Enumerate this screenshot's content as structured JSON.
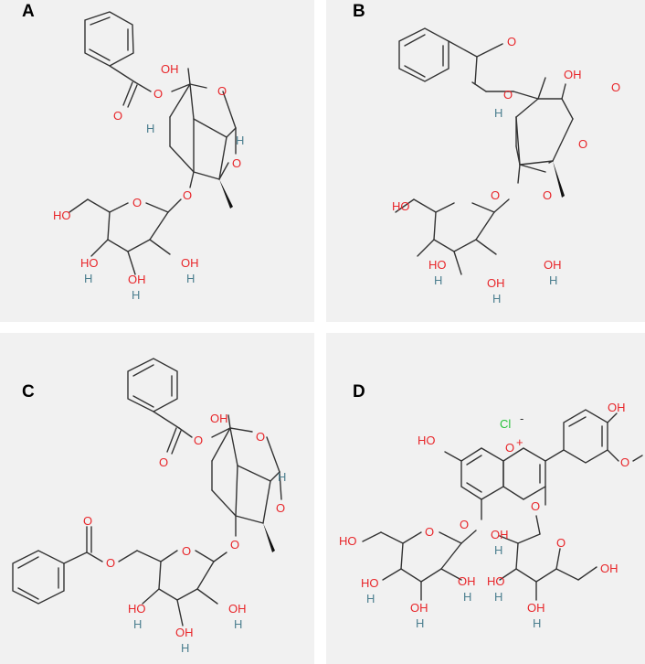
{
  "panels": [
    {
      "label": "A",
      "atoms": {
        "OH_top": "OH",
        "O_ester": "O",
        "O_carbonyl": "O",
        "O_bridge1": "O",
        "O_bridge2": "O",
        "H_ring": "H",
        "H_wedge": "H",
        "O_glyc": "O",
        "O_ring": "O",
        "HO_ch2": "HO",
        "HO_a": "HO",
        "H_a": "H",
        "HO_b": "OH",
        "H_b": "H",
        "OH_c": "OH",
        "H_c": "H"
      }
    },
    {
      "label": "B",
      "atoms": {
        "O_ester": "O",
        "O_carbonyl": "O",
        "OH_top": "OH",
        "O_lactone_co": "O",
        "O_lactone": "O",
        "H_ring": "H",
        "O_glyc": "O",
        "O_ring": "O",
        "HO_ch2": "HO",
        "HO_a": "HO",
        "H_a": "H",
        "HO_b": "OH",
        "H_b": "H",
        "OH_c": "OH",
        "H_c": "H"
      }
    },
    {
      "label": "C",
      "atoms": {
        "OH_top": "OH",
        "O_ester": "O",
        "O_carbonyl": "O",
        "O_bridge1": "O",
        "O_bridge2": "O",
        "H_ring": "H",
        "O_glyc": "O",
        "O_ring": "O",
        "O_ester2": "O",
        "O_carbonyl2": "O",
        "HO_a": "HO",
        "H_a": "H",
        "HO_b": "OH",
        "H_b": "H",
        "OH_c": "OH",
        "H_c": "H"
      }
    },
    {
      "label": "D",
      "atoms": {
        "Cl": "Cl",
        "minus": "-",
        "O_plus": "O",
        "plus": "+",
        "HO_left": "HO",
        "OH_top": "OH",
        "O_methoxy": "O",
        "O_5": "O",
        "O_3": "O",
        "O_ring1": "O",
        "O_ring2": "O",
        "HO_1": "HO",
        "HO_2": "HO",
        "H_2": "H",
        "HO_3": "OH",
        "H_3": "H",
        "OH_4": "OH",
        "H_4": "H",
        "OH_5": "OH",
        "H_5": "H",
        "HO_6": "HO",
        "H_6": "H",
        "OH_7": "OH",
        "H_7": "H",
        "OH_8": "OH"
      }
    }
  ]
}
